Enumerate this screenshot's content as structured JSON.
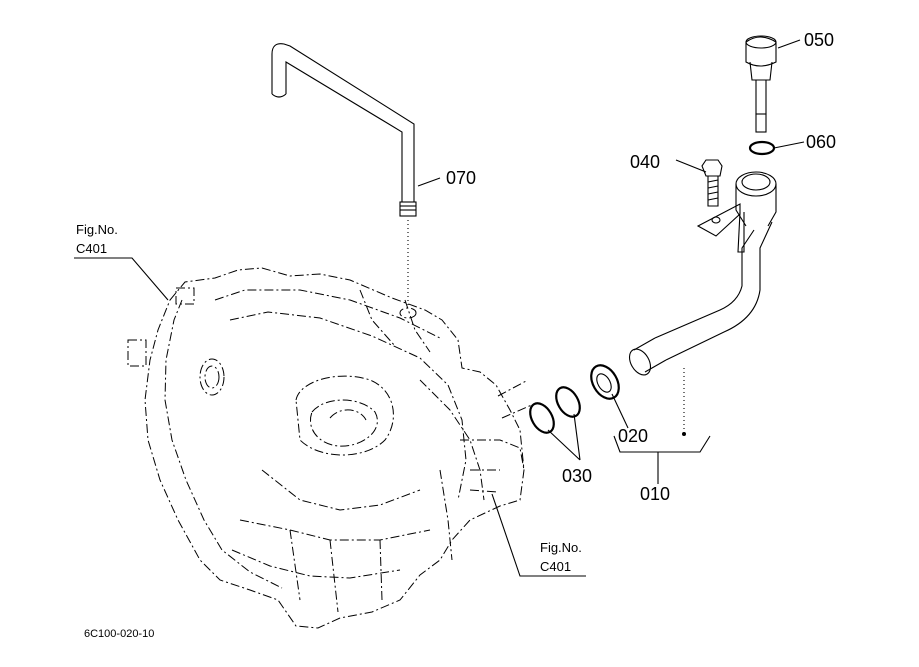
{
  "figure_code": "6C100-020-10",
  "references": [
    {
      "line1": "Fig.No.",
      "line2": "C401"
    },
    {
      "line1": "Fig.No.",
      "line2": "C401"
    }
  ],
  "callouts": {
    "p010": "010",
    "p020": "020",
    "p030": "030",
    "p040": "040",
    "p050": "050",
    "p060": "060",
    "p070": "070"
  }
}
